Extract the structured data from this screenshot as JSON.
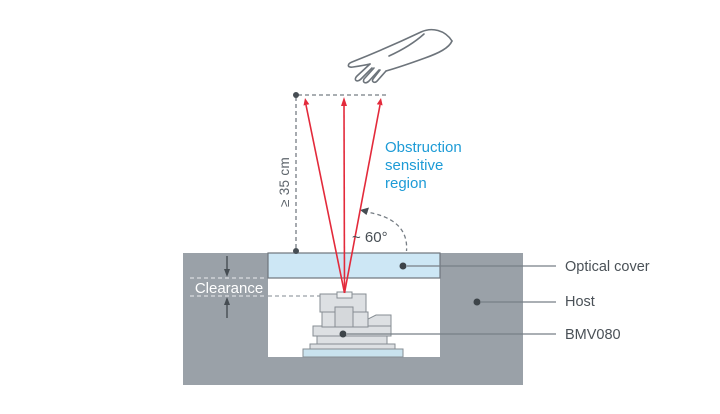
{
  "diagram_title": "BMV080 obstruction sensitive region installation diagram",
  "labels": {
    "measurement": "≥ 35 cm",
    "angle": "~ 60°",
    "clearance": "Clearance",
    "region_lines": [
      "Obstruction",
      "sensitive",
      "region"
    ]
  },
  "callouts": [
    {
      "label": "Optical cover"
    },
    {
      "label": "Host"
    },
    {
      "label": "BMV080"
    }
  ],
  "icons": {
    "hand": "open-hand-outline-icon"
  },
  "colors": {
    "host_gray": "#9aa1a8",
    "cover_blue": "#cde7f5",
    "cover_border": "#6e757c",
    "beam_red": "#e32a3b",
    "accent_blue": "#1d9bd6",
    "line_gray": "#767d84",
    "dark_gray": "#464d53",
    "light_dash": "#d9dde0",
    "sensor_fill": "#dde0e3",
    "sensor_stroke": "#868d93",
    "pcb_blue": "#c9e2ee",
    "text_dark": "#4a5157",
    "cavity_white": "#ffffff"
  }
}
